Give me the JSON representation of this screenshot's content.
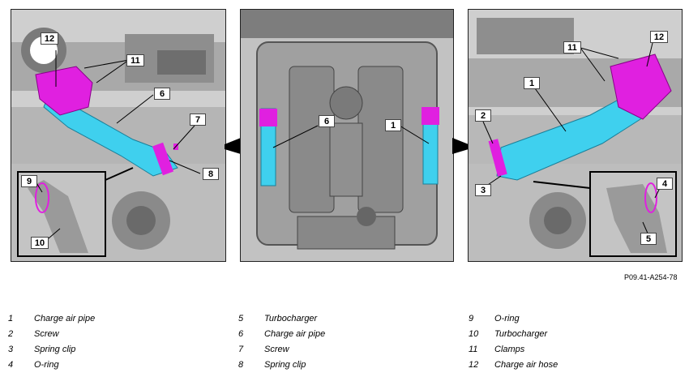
{
  "reference_code": "P09.41-A254-78",
  "callouts": {
    "left": [
      "12",
      "11",
      "6",
      "7",
      "8",
      "9",
      "10"
    ],
    "center": [
      "6",
      "1"
    ],
    "right": [
      "11",
      "12",
      "1",
      "2",
      "3",
      "4",
      "5"
    ]
  },
  "legend": [
    {
      "num": "1",
      "label": "Charge air pipe"
    },
    {
      "num": "2",
      "label": "Screw"
    },
    {
      "num": "3",
      "label": "Spring clip"
    },
    {
      "num": "4",
      "label": "O-ring"
    },
    {
      "num": "5",
      "label": "Turbocharger"
    },
    {
      "num": "6",
      "label": "Charge air pipe"
    },
    {
      "num": "7",
      "label": "Screw"
    },
    {
      "num": "8",
      "label": "Spring clip"
    },
    {
      "num": "9",
      "label": "O-ring"
    },
    {
      "num": "10",
      "label": "Turbocharger"
    },
    {
      "num": "11",
      "label": "Clamps"
    },
    {
      "num": "12",
      "label": "Charge air hose"
    }
  ],
  "colors": {
    "pipe": "#3fd0ee",
    "hose": "#e020e0",
    "engine": "#9a9a9a",
    "engine_dark": "#555555",
    "background": "#d6d6d6"
  }
}
